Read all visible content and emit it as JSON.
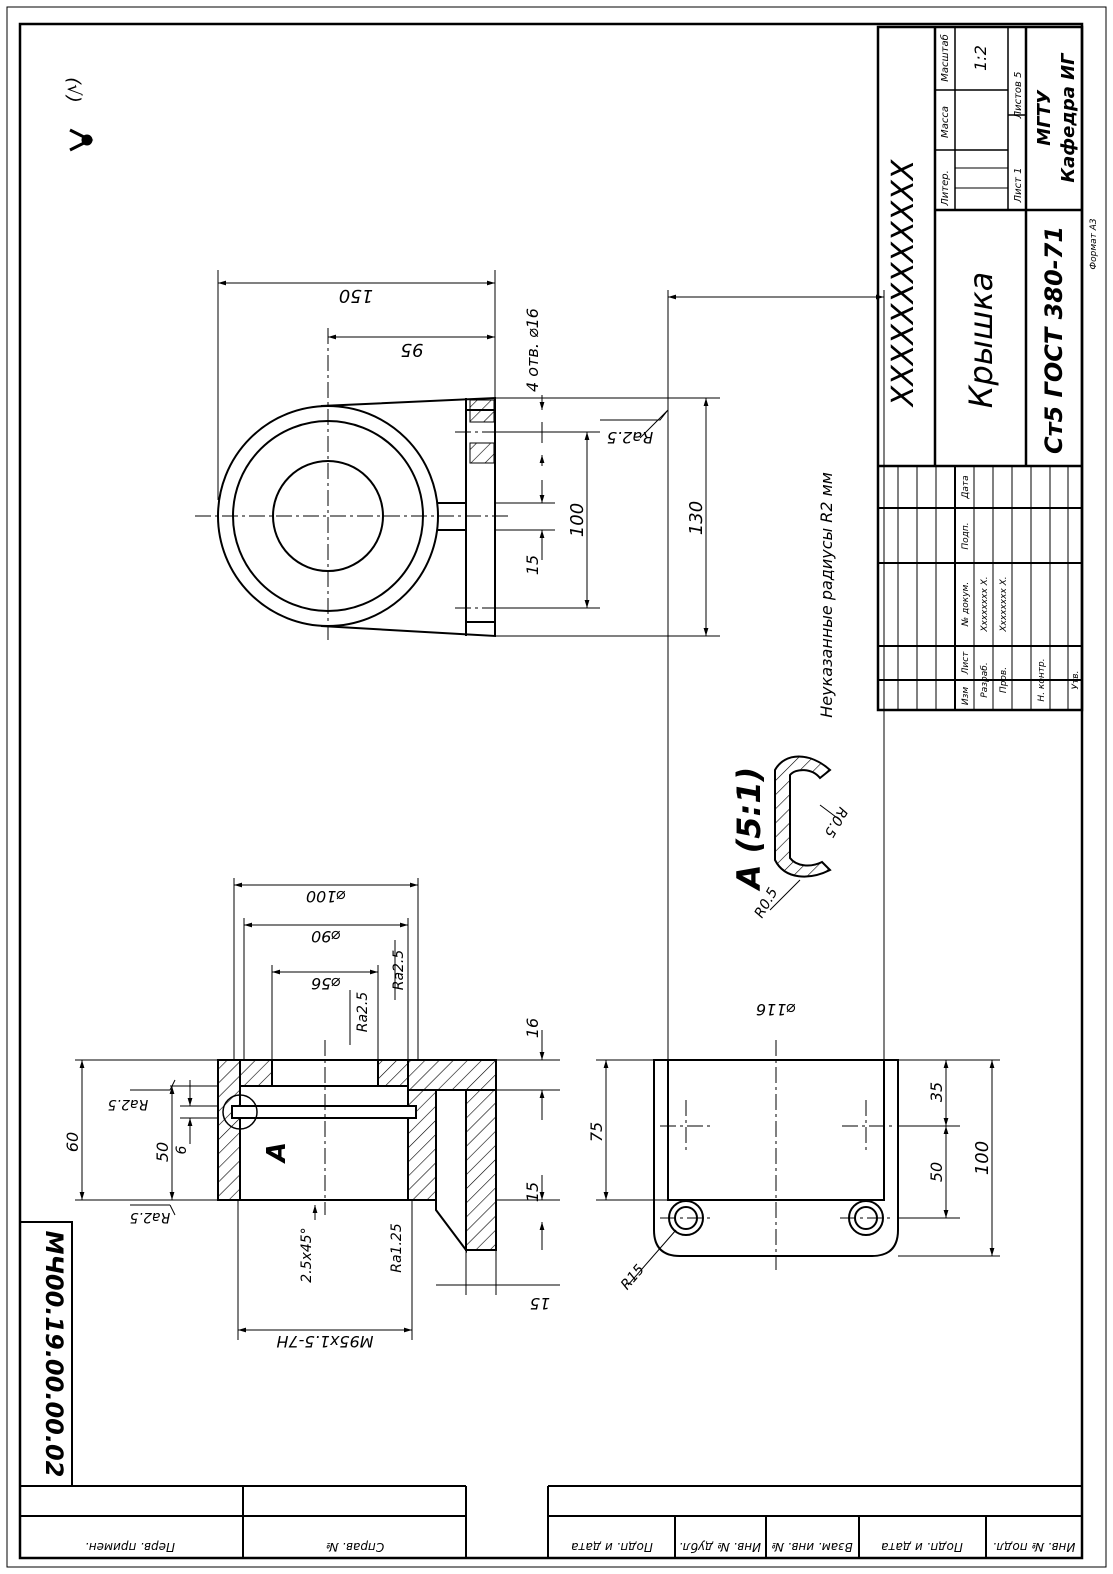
{
  "surface_mark": "(√)",
  "title_block": {
    "doc_code": "XXXXXXXXXXXX",
    "part_name": "Крышка",
    "material": "Ст5 ГОСТ 380-71",
    "organization_line1": "МГТУ",
    "organization_line2": "Кафедра ИГ",
    "label_litera": "Литер.",
    "label_mass": "Масса",
    "label_scale": "Масштаб",
    "scale": "1:2",
    "label_sheet": "Лист 1",
    "label_sheets": "Листов 5",
    "format": "Формат А3",
    "col_izm": "Изм",
    "col_list": "Лист",
    "col_docnum": "№ докум.",
    "col_sign": "Подп.",
    "col_date": "Дата",
    "row_razrab": "Разраб.",
    "row_prov": "Пров.",
    "row_nkontr": "Н. контр.",
    "row_utv": "Утв.",
    "name_razrab": "Хххххххх Х.",
    "name_prov": "Хххххххх Х."
  },
  "side_stamp": "МЧ00.19.00.00.02",
  "bottom_strip": {
    "perv_primen": "Перв. примен.",
    "sprav_no": "Справ. №",
    "podp_data_1": "Подп. и дата",
    "inv_dubl": "Инв. № дубл.",
    "vzam_inv": "Взам. инв. №",
    "podp_data_2": "Подп. и дата",
    "inv_podl": "Инв. № подл."
  },
  "note": "Неуказанные радиусы R2 мм",
  "top_view_dims": {
    "d150": "150",
    "d95": "95",
    "holes": "4 отв. ⌀16",
    "ra": "Ra2.5",
    "d15": "15",
    "d100": "100",
    "d130": "130"
  },
  "section_dims": {
    "d100": "⌀100",
    "d90": "⌀90",
    "d56": "⌀56",
    "ra_a": "Ra2.5",
    "ra_b": "Ra2.5",
    "d16": "16",
    "d60": "60",
    "d50": "50",
    "d6": "6",
    "ra_top": "Ra2.5",
    "ra_bottom": "Ra2.5",
    "ref_a": "A",
    "d15a": "15",
    "d15b": "15",
    "chamfer": "2.5x45°",
    "ra125": "Ra1.25",
    "thread": "M95x1.5-7H"
  },
  "detail": {
    "title": "A (5:1)",
    "r1": "R0.5",
    "r2": "R0.5"
  },
  "side_view_dims": {
    "d116": "⌀116",
    "d75": "75",
    "d35": "35",
    "d50": "50",
    "d100": "100",
    "r15": "R15"
  }
}
